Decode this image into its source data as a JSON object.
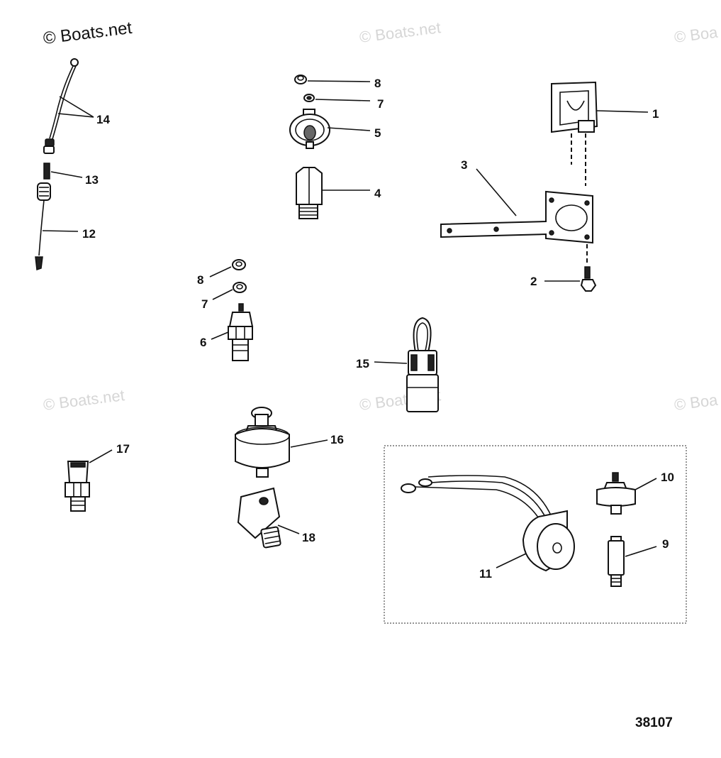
{
  "watermark": {
    "primary": "© Boats.net",
    "faint": "© Boats.net",
    "faint_partial": "© Boa"
  },
  "callouts": {
    "p1": "1",
    "p2": "2",
    "p3": "3",
    "p4": "4",
    "p5": "5",
    "p6": "6",
    "p7a": "7",
    "p7b": "7",
    "p8a": "8",
    "p8b": "8",
    "p9": "9",
    "p10": "10",
    "p11": "11",
    "p12": "12",
    "p13": "13",
    "p14": "14",
    "p15": "15",
    "p16": "16",
    "p17": "17",
    "p18": "18"
  },
  "reference_number": "38107"
}
